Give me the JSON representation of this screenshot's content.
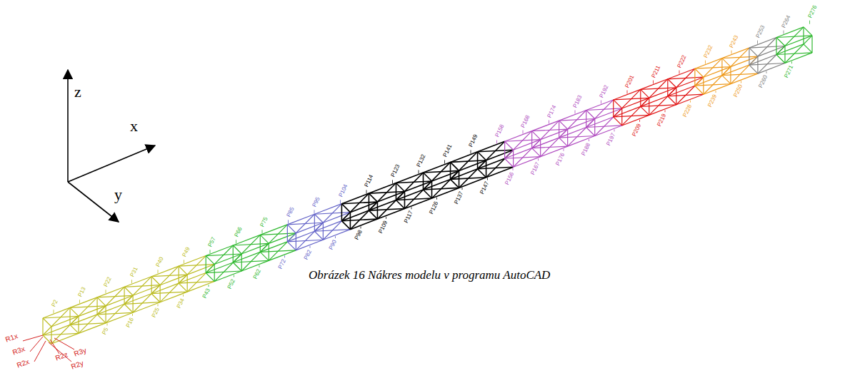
{
  "diagram": {
    "caption": "Obrázek 16 Nákres modelu v programu AutoCAD",
    "labels": [
      "z",
      "x",
      "y",
      "R1x",
      "R3x",
      "R2x",
      "R2z",
      "R3y",
      "R2y",
      "P2",
      "P13",
      "P22",
      "P31",
      "P40",
      "P49",
      "P57",
      "P66",
      "P75",
      "P85",
      "P95",
      "P104",
      "P114",
      "P123",
      "P132",
      "P141",
      "P149",
      "P158",
      "P168",
      "P174",
      "P183",
      "P192",
      "P201",
      "P211",
      "P222",
      "P232",
      "P243",
      "P253",
      "P264",
      "P276",
      "P5",
      "P16",
      "P25",
      "P34",
      "P43",
      "P52",
      "P62",
      "P72",
      "P82",
      "P90",
      "P98",
      "P109",
      "P117",
      "P126",
      "P137",
      "P147",
      "P156",
      "P167",
      "P176",
      "P188",
      "P197",
      "P209",
      "P219",
      "P228",
      "P239",
      "P250",
      "P260",
      "P271"
    ]
  }
}
